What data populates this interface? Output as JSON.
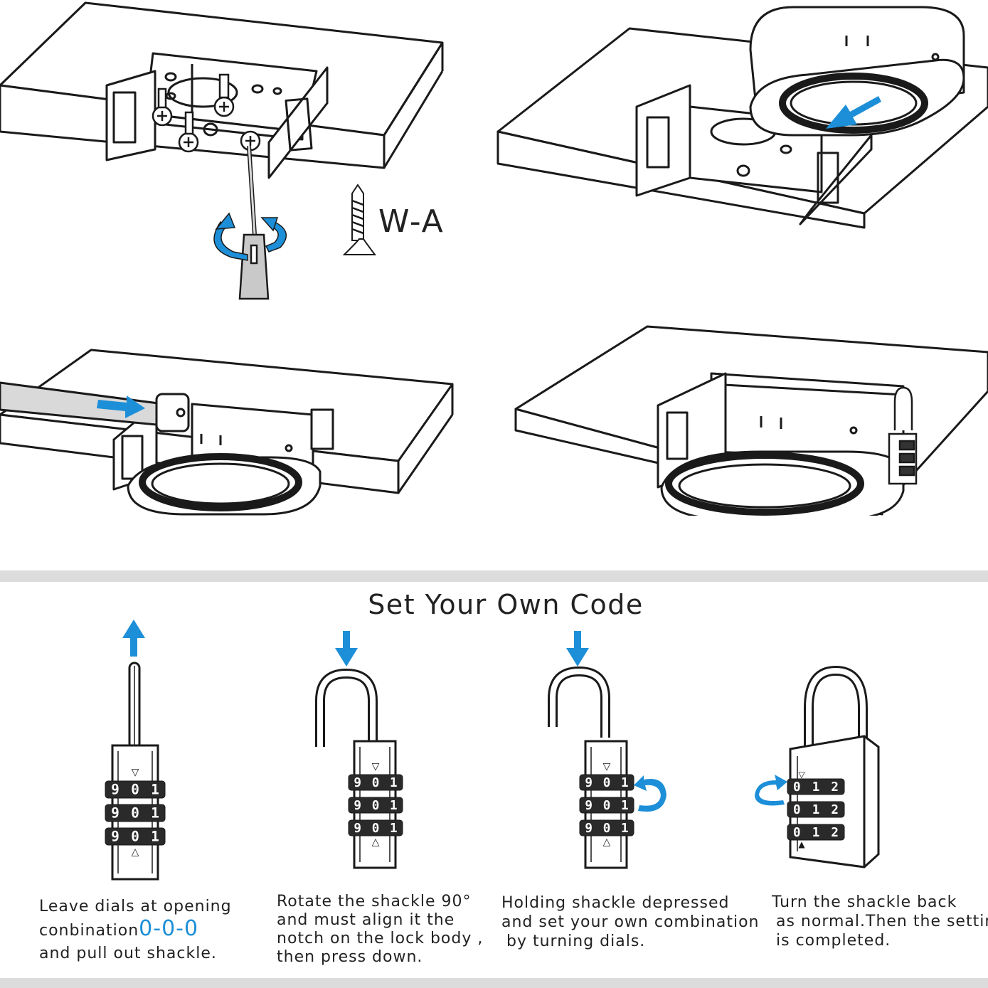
{
  "screw_label": "W-A",
  "section_title": "Set Your Own Code",
  "colors": {
    "accent_blue": "#1d8fd8",
    "line": "#1a1a1a",
    "divider": "#dcdcdc"
  },
  "steps": [
    {
      "line1": "Leave dials at opening",
      "line2_prefix": "conbination",
      "line2_code": "0-0-0",
      "line3": "and pull out shackle."
    },
    {
      "line1": "Rotate the shackle 90°",
      "line2": "and must align it the",
      "line3": "notch on the lock body ,",
      "line4": "then press down."
    },
    {
      "line1": "Holding shackle depressed",
      "line2": "and set your own combination",
      "line3": "by turning dials."
    },
    {
      "line1": "Turn the shackle back",
      "line2": "as normal.Then the setting",
      "line3": "is completed."
    }
  ],
  "dials": {
    "lock1": [
      "9",
      "0",
      "1"
    ],
    "lock2": [
      "9",
      "0",
      "1"
    ],
    "lock3": [
      "9",
      "0",
      "1"
    ],
    "lock4": [
      "0",
      "1",
      "2"
    ]
  },
  "icons": [
    "screwdriver-icon",
    "rotate-arrow-icon",
    "arrow-up-icon",
    "arrow-down-icon",
    "arrow-right-icon",
    "rotate-dial-icon",
    "padlock-icon"
  ]
}
